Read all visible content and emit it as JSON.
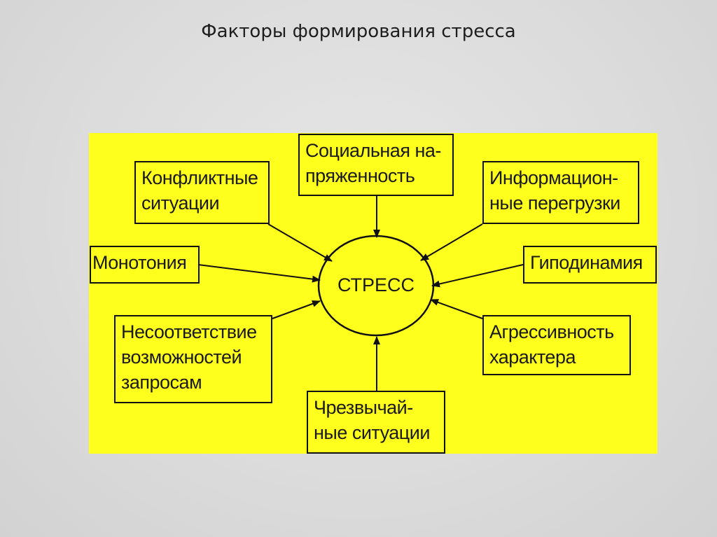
{
  "title": "Факторы формирования стресса",
  "center": "СТРЕСС",
  "factors": {
    "social": [
      "Социальная на-",
      "пряженность"
    ],
    "conflict": [
      "Конфликтные",
      "ситуации"
    ],
    "info": [
      "Информацион-",
      "ные перегрузки"
    ],
    "monotony": [
      "Монотония"
    ],
    "hypodynamia": [
      "Гиподинамия"
    ],
    "mismatch": [
      "Несоответствие",
      "возможностей",
      "запросам"
    ],
    "aggression": [
      "Агрессивность",
      "характера"
    ],
    "emergency": [
      "Чрезвычай-",
      "ные ситуации"
    ]
  },
  "colors": {
    "background": "#ffff1e",
    "stroke": "#111111"
  }
}
